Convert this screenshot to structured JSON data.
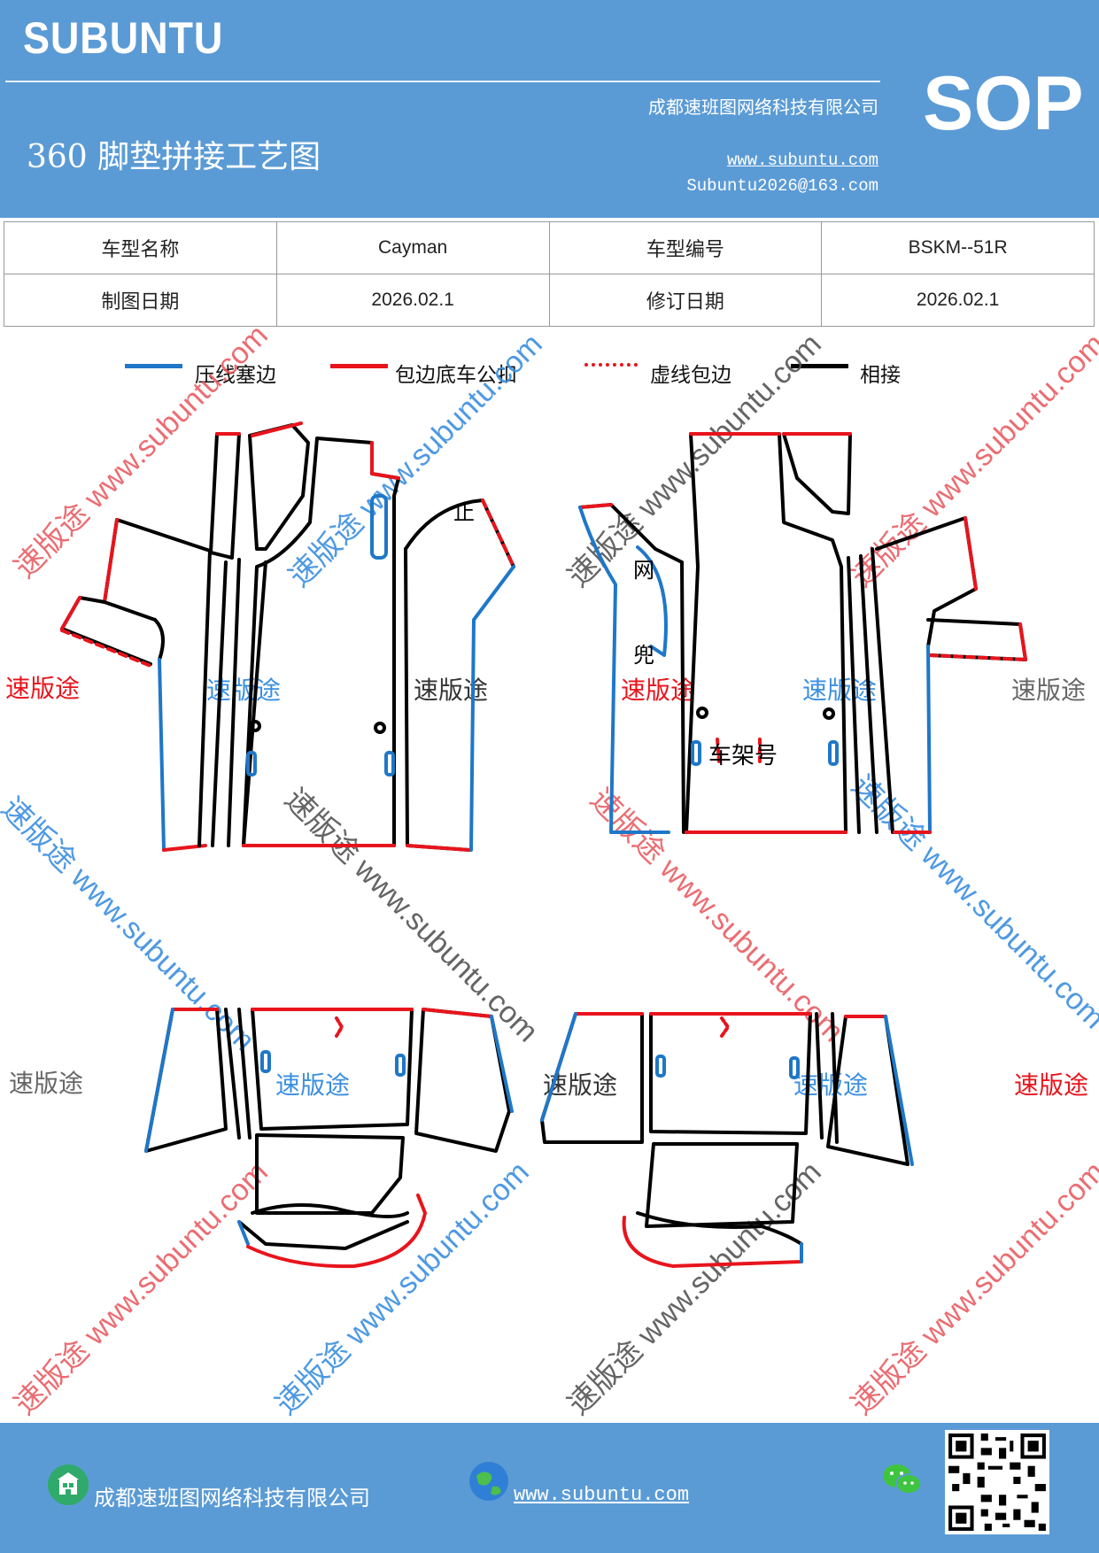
{
  "header": {
    "brand": "SUBUNTU",
    "company": "成都速班图网络科技有限公司",
    "title": "360 脚垫拼接工艺图",
    "badge": "SOP",
    "website": "www.subuntu.com",
    "email": "Subuntu2026@163.com"
  },
  "info": {
    "row1": [
      "车型名称",
      "Cayman",
      "车型编号",
      "BSKM--51R"
    ],
    "row2": [
      "制图日期",
      "2026.02.1",
      "修订日期",
      "2026.02.1"
    ]
  },
  "legend": [
    {
      "label": "压线塞边",
      "color": "#1f77c8",
      "style": "solid"
    },
    {
      "label": "包边底车公扣",
      "color": "#e8141c",
      "style": "solid"
    },
    {
      "label": "虚线包边",
      "color": "#e8141c",
      "style": "dashed"
    },
    {
      "label": "相接",
      "color": "#000000",
      "style": "solid"
    }
  ],
  "drawing": {
    "text_stop": "止",
    "text_net": "网",
    "text_pocket": "兜",
    "text_frame": "车架号"
  },
  "watermark": {
    "brand_cn": "速版途",
    "site": "www.subuntu.com",
    "brand_site": "速版途 www.subuntu.com"
  },
  "footer": {
    "company": "成都速班图网络科技有限公司",
    "website": "www.subuntu.com"
  },
  "colors": {
    "header_bg": "#5b9bd5",
    "blue_line": "#1f77c8",
    "red_line": "#e8141c",
    "black_line": "#000000"
  }
}
